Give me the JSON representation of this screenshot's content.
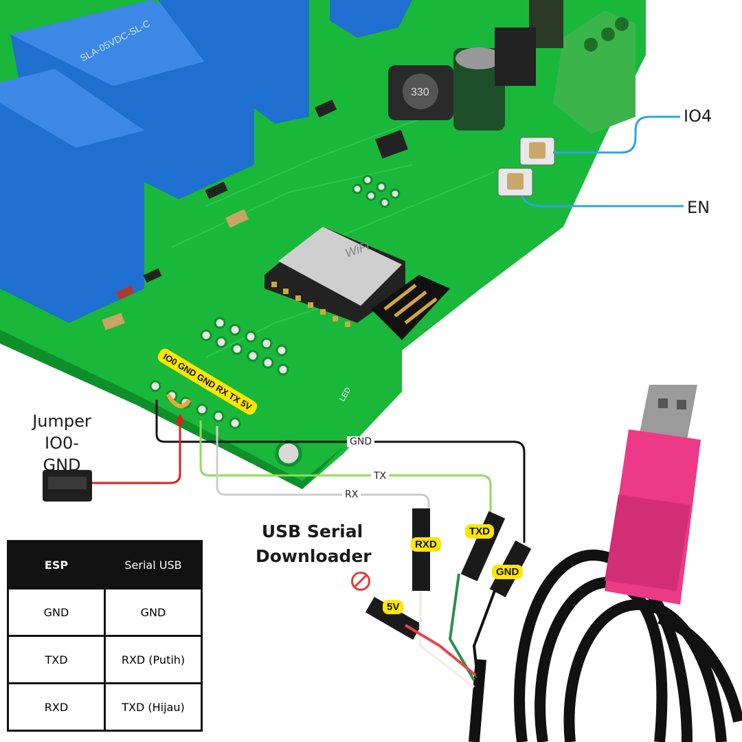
{
  "callouts": {
    "io4": "IO4",
    "en": "EN",
    "jumper_line1": "Jumper",
    "jumper_line2": "IO0-GND",
    "downloader_line1": "USB Serial",
    "downloader_line2": "Downloader"
  },
  "pin_strip": "IO0 GND GND RX TX 5V",
  "wire_labels": {
    "gnd": "GND",
    "tx": "TX",
    "rx": "RX"
  },
  "connector_tags": {
    "rxd": "RXD",
    "txd": "TXD",
    "gnd": "GND",
    "v5": "5V"
  },
  "board": {
    "relay_text": "SLA-05VDC-SL-C",
    "wifi_text": "WiFi",
    "cap_text": "330",
    "led_text": "LED"
  },
  "table": {
    "headers": [
      "ESP",
      "Serial USB"
    ],
    "rows": [
      [
        "GND",
        "GND"
      ],
      [
        "TXD",
        "RXD (Putih)"
      ],
      [
        "RXD",
        "TXD (Hijau)"
      ]
    ]
  },
  "colors": {
    "pcb": "#19b83a",
    "relay": "#1f6fd1",
    "terminal": "#3bb54a",
    "callout_line": "#2ea3e6",
    "wire_gnd": "#111111",
    "wire_tx": "#8fdc5a",
    "wire_rx": "#cccccc",
    "jumper_line": "#e31b1b",
    "tag": "#ffe600",
    "usb_body": "#ec3a86"
  }
}
